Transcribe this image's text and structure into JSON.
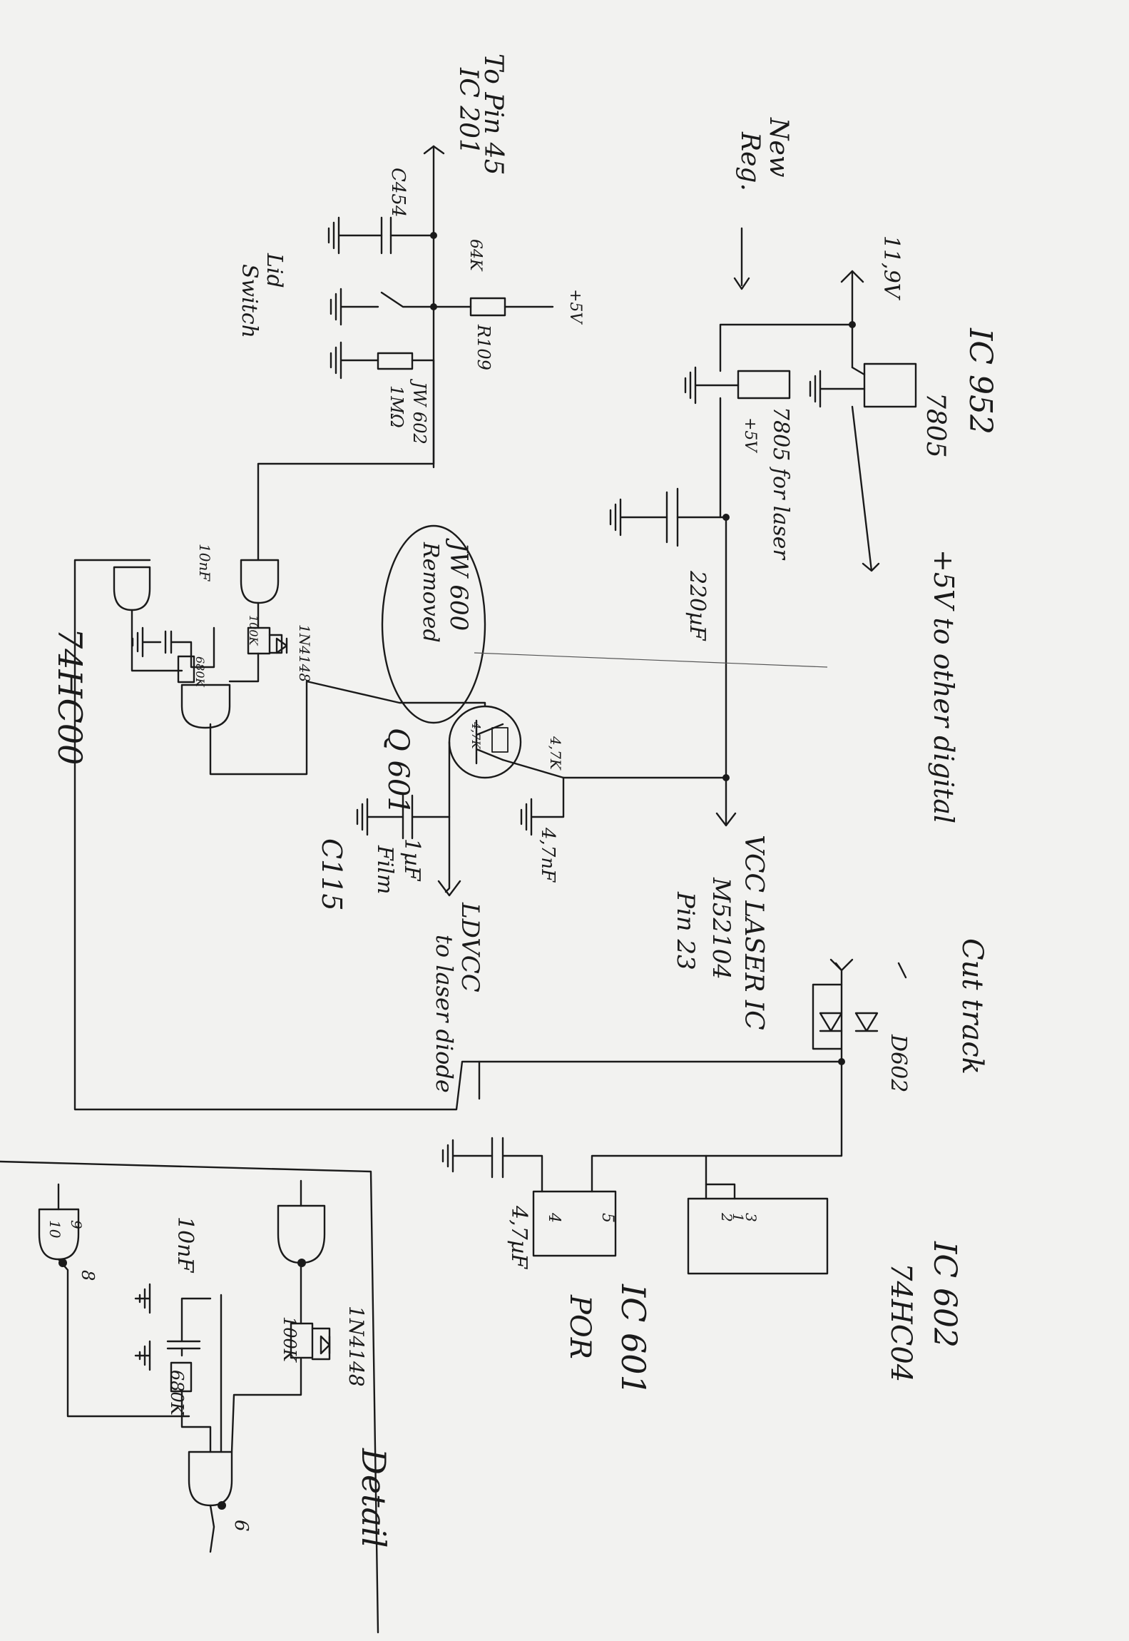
{
  "colors": {
    "paper": "#f2f2f0",
    "ink": "#1a1a1a"
  },
  "labels": {
    "to_pin": "To Pin 45",
    "ic201": "IC 201",
    "c454": "C454",
    "r64k": "64K",
    "r109": "R109",
    "plus5v_top": "+5V",
    "jw602": "JW 602",
    "r1m": "1MΩ",
    "lid": "Lid",
    "switch": "Switch",
    "new": "New",
    "reg": "Reg.",
    "v11": "11,9V",
    "ic952": "IC 952",
    "v7805": "7805",
    "plus5v_digital": "+5V to other digital",
    "reg7805_laser": "7805 for laser",
    "reg_plus5v": "+5V",
    "c220": "220µF",
    "jw600": "JW 600",
    "removed": "Removed",
    "hc00": "74HC00",
    "q601": "Q 601",
    "r47k_q": "4,7K",
    "r47k_b": "4,7K",
    "c47nf": "4,7nF",
    "vcc": "VCC LASER IC",
    "m52104": "M52104",
    "pin23": "Pin 23",
    "c1uf": "1µF",
    "film": "Film",
    "c115": "C115",
    "ldvcc": "LDVCC",
    "to_laser": "to laser diode",
    "r100k": "100K",
    "r680k": "680K",
    "c10nf": "10nF",
    "d1n4148": "1N4148",
    "cut": "Cut track",
    "d602": "D602",
    "ic602": "IC 602",
    "hc04": "74HC04",
    "ic601": "IC 601",
    "por": "POR",
    "c47uf": "4,7µF",
    "detail": "Detail",
    "d_10nf": "10nF",
    "d_680k": "680K",
    "d_100k": "100K",
    "d_1n4148": "1N4148",
    "pin8": "8",
    "pin9": "9",
    "pin10": "10",
    "pin1": "1",
    "pin2": "2",
    "pin3": "3",
    "pin4": "4",
    "pin5": "5",
    "pin6": "6"
  }
}
